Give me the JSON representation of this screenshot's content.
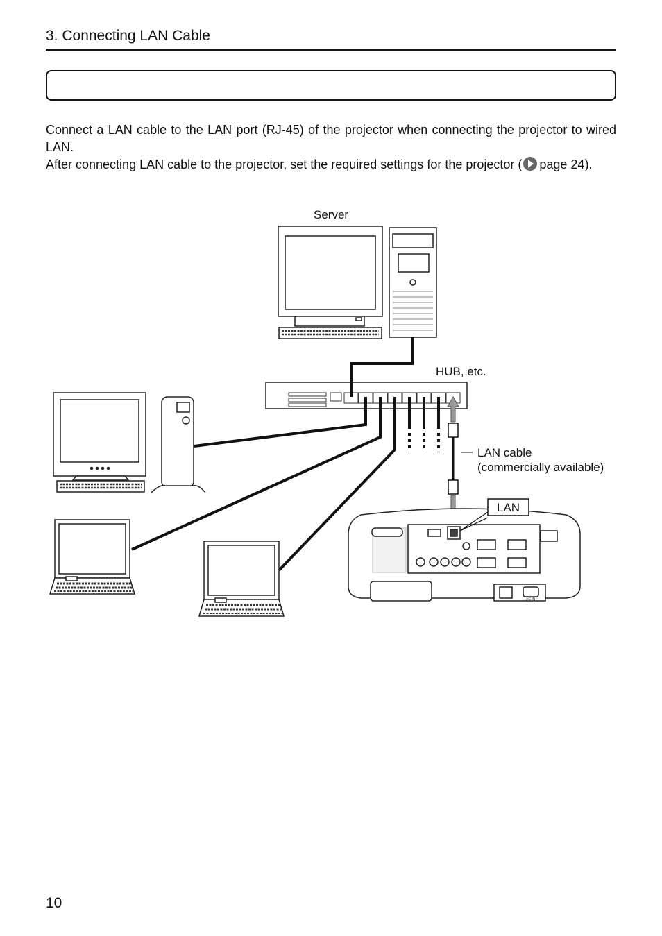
{
  "header": {
    "title": "3. Connecting LAN Cable"
  },
  "body": {
    "paragraph1": "Connect a LAN cable to the LAN port (RJ-45) of the projector when connecting the projector to wired LAN.",
    "paragraph2_before": "After connecting LAN cable to the projector, set the required settings for the projector (",
    "paragraph2_ref": "page 24).",
    "ref_icon": "arrow-circle-icon"
  },
  "diagram": {
    "server_label": "Server",
    "hub_label": "HUB, etc.",
    "cable_label_line1": "LAN cable",
    "cable_label_line2": "(commercially available)",
    "lan_port_label": "LAN",
    "power_label": "AC IN ~"
  },
  "footer": {
    "page_number": "10"
  }
}
